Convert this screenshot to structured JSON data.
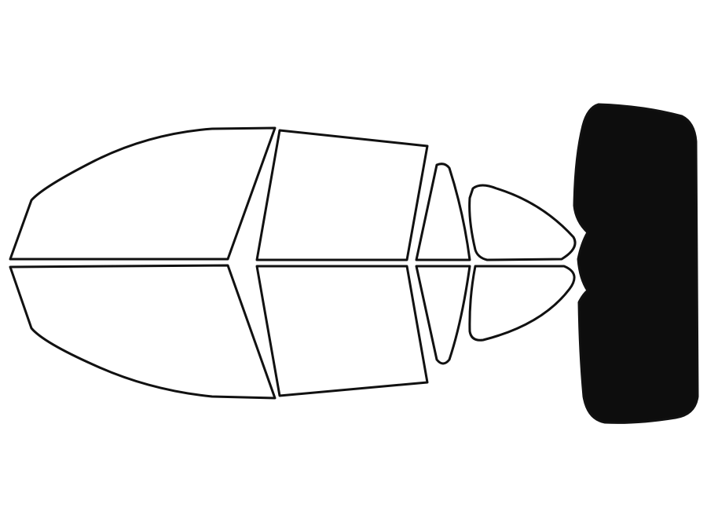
{
  "colors": {
    "background": "#ffffff",
    "outline": "#111111",
    "untinted_fill": "#ffffff",
    "tinted_fill": "#0d0d0d"
  },
  "panes": [
    {
      "name": "windshield-upper-pane",
      "tinted": false
    },
    {
      "name": "windshield-lower-pane",
      "tinted": false
    },
    {
      "name": "front-door-window-upper",
      "tinted": false
    },
    {
      "name": "front-door-window-lower",
      "tinted": false
    },
    {
      "name": "rear-door-vent-window-upper",
      "tinted": false
    },
    {
      "name": "rear-door-vent-window-lower",
      "tinted": false
    },
    {
      "name": "quarter-window-upper",
      "tinted": false
    },
    {
      "name": "quarter-window-lower",
      "tinted": false
    },
    {
      "name": "rear-window",
      "tinted": true
    }
  ]
}
